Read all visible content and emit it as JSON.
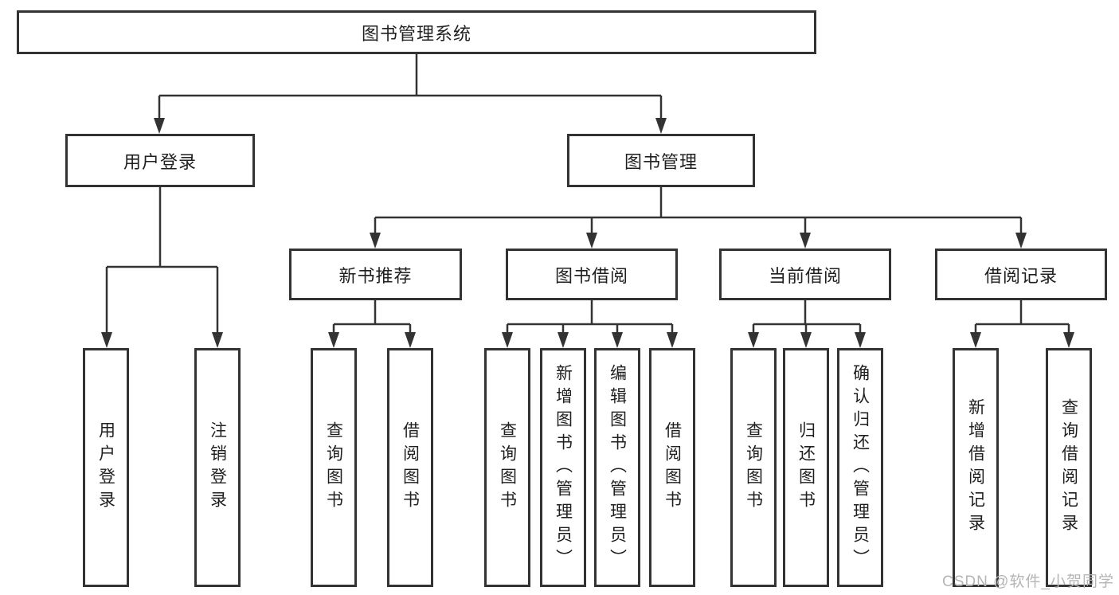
{
  "tree": {
    "label": "图书管理系统",
    "children": [
      {
        "label": "用户登录",
        "children": [
          {
            "label": "用户登录"
          },
          {
            "label": "注销登录"
          }
        ]
      },
      {
        "label": "图书管理",
        "children": [
          {
            "label": "新书推荐",
            "children": [
              {
                "label": "查询图书"
              },
              {
                "label": "借阅图书"
              }
            ]
          },
          {
            "label": "图书借阅",
            "children": [
              {
                "label": "查询图书"
              },
              {
                "label": "新增图书（管理员）"
              },
              {
                "label": "编辑图书（管理员）"
              },
              {
                "label": "借阅图书"
              }
            ]
          },
          {
            "label": "当前借阅",
            "children": [
              {
                "label": "查询图书"
              },
              {
                "label": "归还图书"
              },
              {
                "label": "确认归还（管理员）"
              }
            ]
          },
          {
            "label": "借阅记录",
            "children": [
              {
                "label": "新增借阅记录"
              },
              {
                "label": "查询借阅记录"
              }
            ]
          }
        ]
      }
    ]
  },
  "watermark": "CSDN @软件_小贺同学",
  "colors": {
    "line": "#333333",
    "box_border": "#333333",
    "text": "#1f1f1f",
    "watermark": "#b5b5b5",
    "background": "#ffffff"
  }
}
